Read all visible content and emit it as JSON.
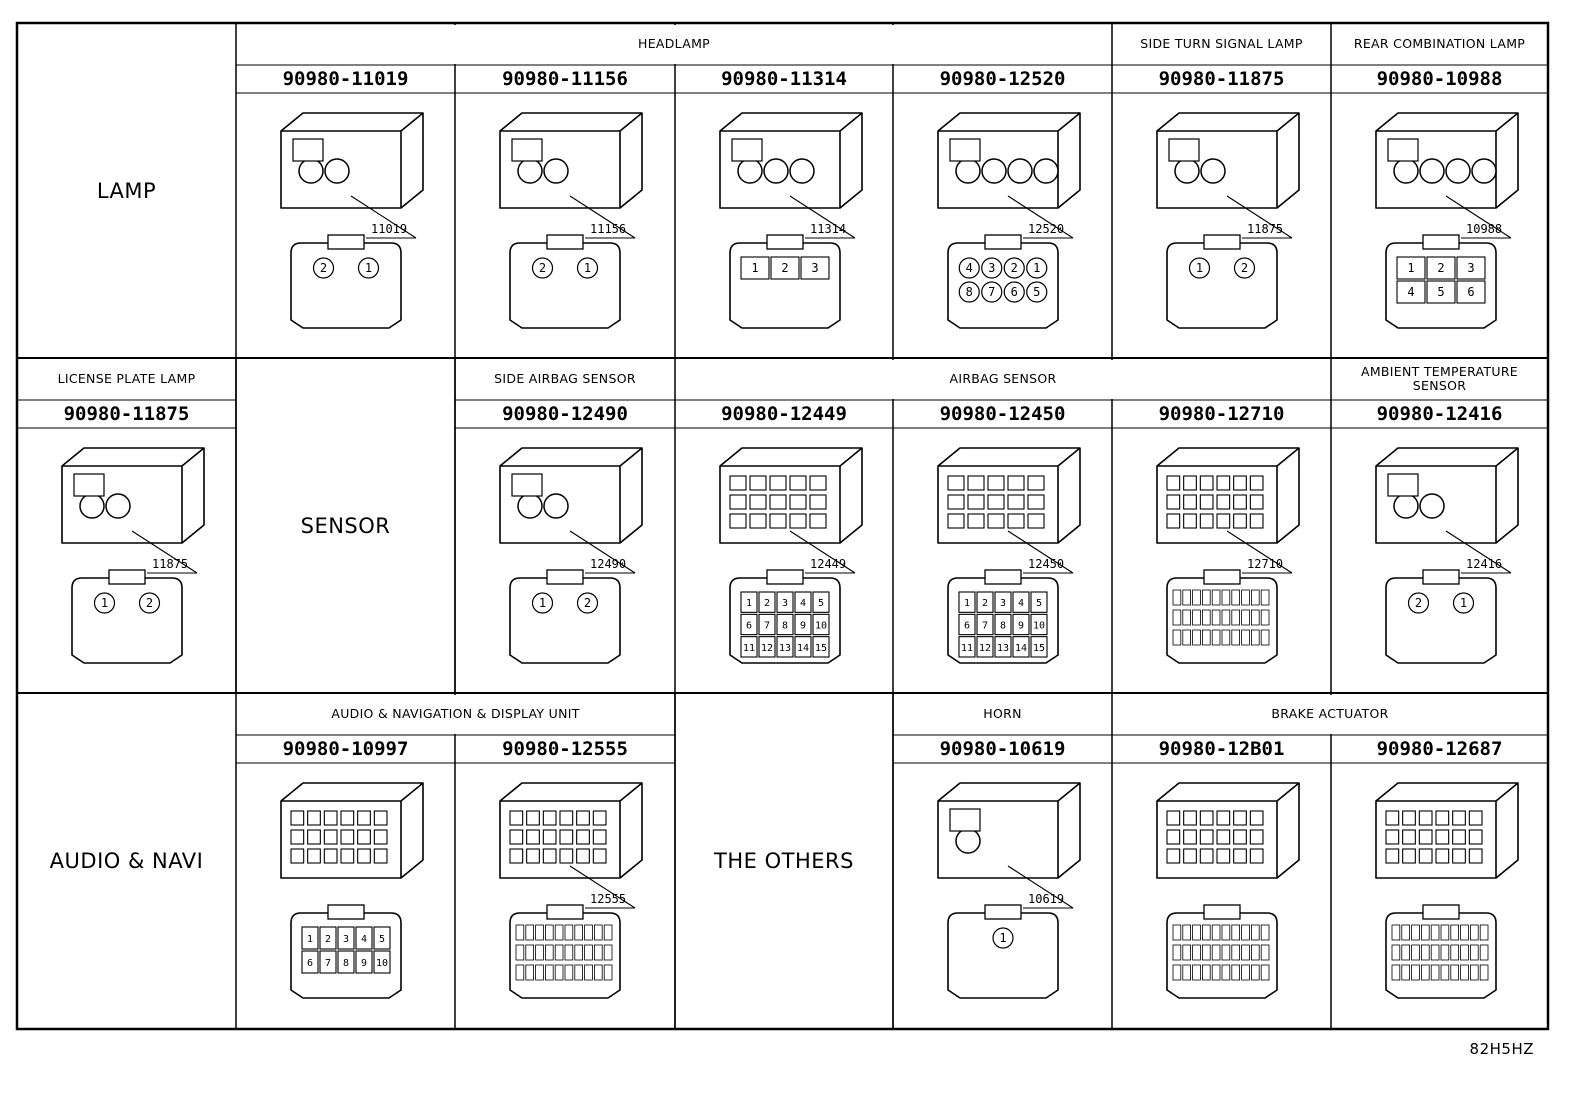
{
  "categories": {
    "lamp": "LAMP",
    "sensor": "SENSOR",
    "audio": "AUDIO & NAVI",
    "others": "THE OTHERS"
  },
  "groups": {
    "headlamp": "HEADLAMP",
    "side_turn": "SIDE TURN SIGNAL LAMP",
    "rear_comb": "REAR COMBINATION LAMP",
    "license": "LICENSE PLATE LAMP",
    "side_airbag": "SIDE AIRBAG SENSOR",
    "airbag": "AIRBAG SENSOR",
    "ambient": "AMBIENT TEMPERATURE SENSOR",
    "audio_nav": "AUDIO & NAVIGATION & DISPLAY UNIT",
    "horn": "HORN",
    "brake": "BRAKE ACTUATOR"
  },
  "connectors": [
    {
      "id": "c1",
      "part": "90980-11019",
      "callout": "11019",
      "pins": [
        "2",
        "1"
      ]
    },
    {
      "id": "c2",
      "part": "90980-11156",
      "callout": "11156",
      "pins": [
        "2",
        "1"
      ]
    },
    {
      "id": "c3",
      "part": "90980-11314",
      "callout": "11314",
      "pins": [
        "1",
        "2",
        "3"
      ]
    },
    {
      "id": "c4",
      "part": "90980-12520",
      "callout": "12520",
      "pins": [
        "4",
        "3",
        "2",
        "1",
        "8",
        "7",
        "6",
        "5"
      ]
    },
    {
      "id": "c5",
      "part": "90980-11875",
      "callout": "11875",
      "pins": [
        "1",
        "2"
      ]
    },
    {
      "id": "c6",
      "part": "90980-10988",
      "callout": "10988",
      "pins": [
        "1",
        "2",
        "3",
        "4",
        "5",
        "6"
      ]
    },
    {
      "id": "c7",
      "part": "90980-11875",
      "callout": "11875",
      "pins": [
        "1",
        "2"
      ]
    },
    {
      "id": "c8",
      "part": "90980-12490",
      "callout": "12490",
      "pins": [
        "1",
        "2"
      ]
    },
    {
      "id": "c9",
      "part": "90980-12449",
      "callout": "12449",
      "pins": [
        "1",
        "2",
        "3",
        "4",
        "5",
        "6",
        "7",
        "8",
        "9",
        "10",
        "11",
        "12",
        "13",
        "14",
        "15"
      ]
    },
    {
      "id": "c10",
      "part": "90980-12450",
      "callout": "12450",
      "pins": [
        "1",
        "2",
        "3",
        "4",
        "5",
        "6",
        "7",
        "8",
        "9",
        "10",
        "11",
        "12",
        "13",
        "14",
        "15"
      ]
    },
    {
      "id": "c11",
      "part": "90980-12710",
      "callout": "12710",
      "pins": []
    },
    {
      "id": "c12",
      "part": "90980-12416",
      "callout": "12416",
      "pins": [
        "2",
        "1"
      ]
    },
    {
      "id": "c13",
      "part": "90980-10997",
      "callout": "",
      "pins": [
        "1",
        "2",
        "3",
        "4",
        "5",
        "6",
        "7",
        "8",
        "9",
        "10"
      ]
    },
    {
      "id": "c14",
      "part": "90980-12555",
      "callout": "12555",
      "pins": []
    },
    {
      "id": "c15",
      "part": "90980-10619",
      "callout": "10619",
      "pins": [
        "1"
      ]
    },
    {
      "id": "c16",
      "part": "90980-12B01",
      "callout": "",
      "pins": []
    },
    {
      "id": "c17",
      "part": "90980-12687",
      "callout": "",
      "pins": []
    }
  ],
  "footer_code": "82H5HZ"
}
